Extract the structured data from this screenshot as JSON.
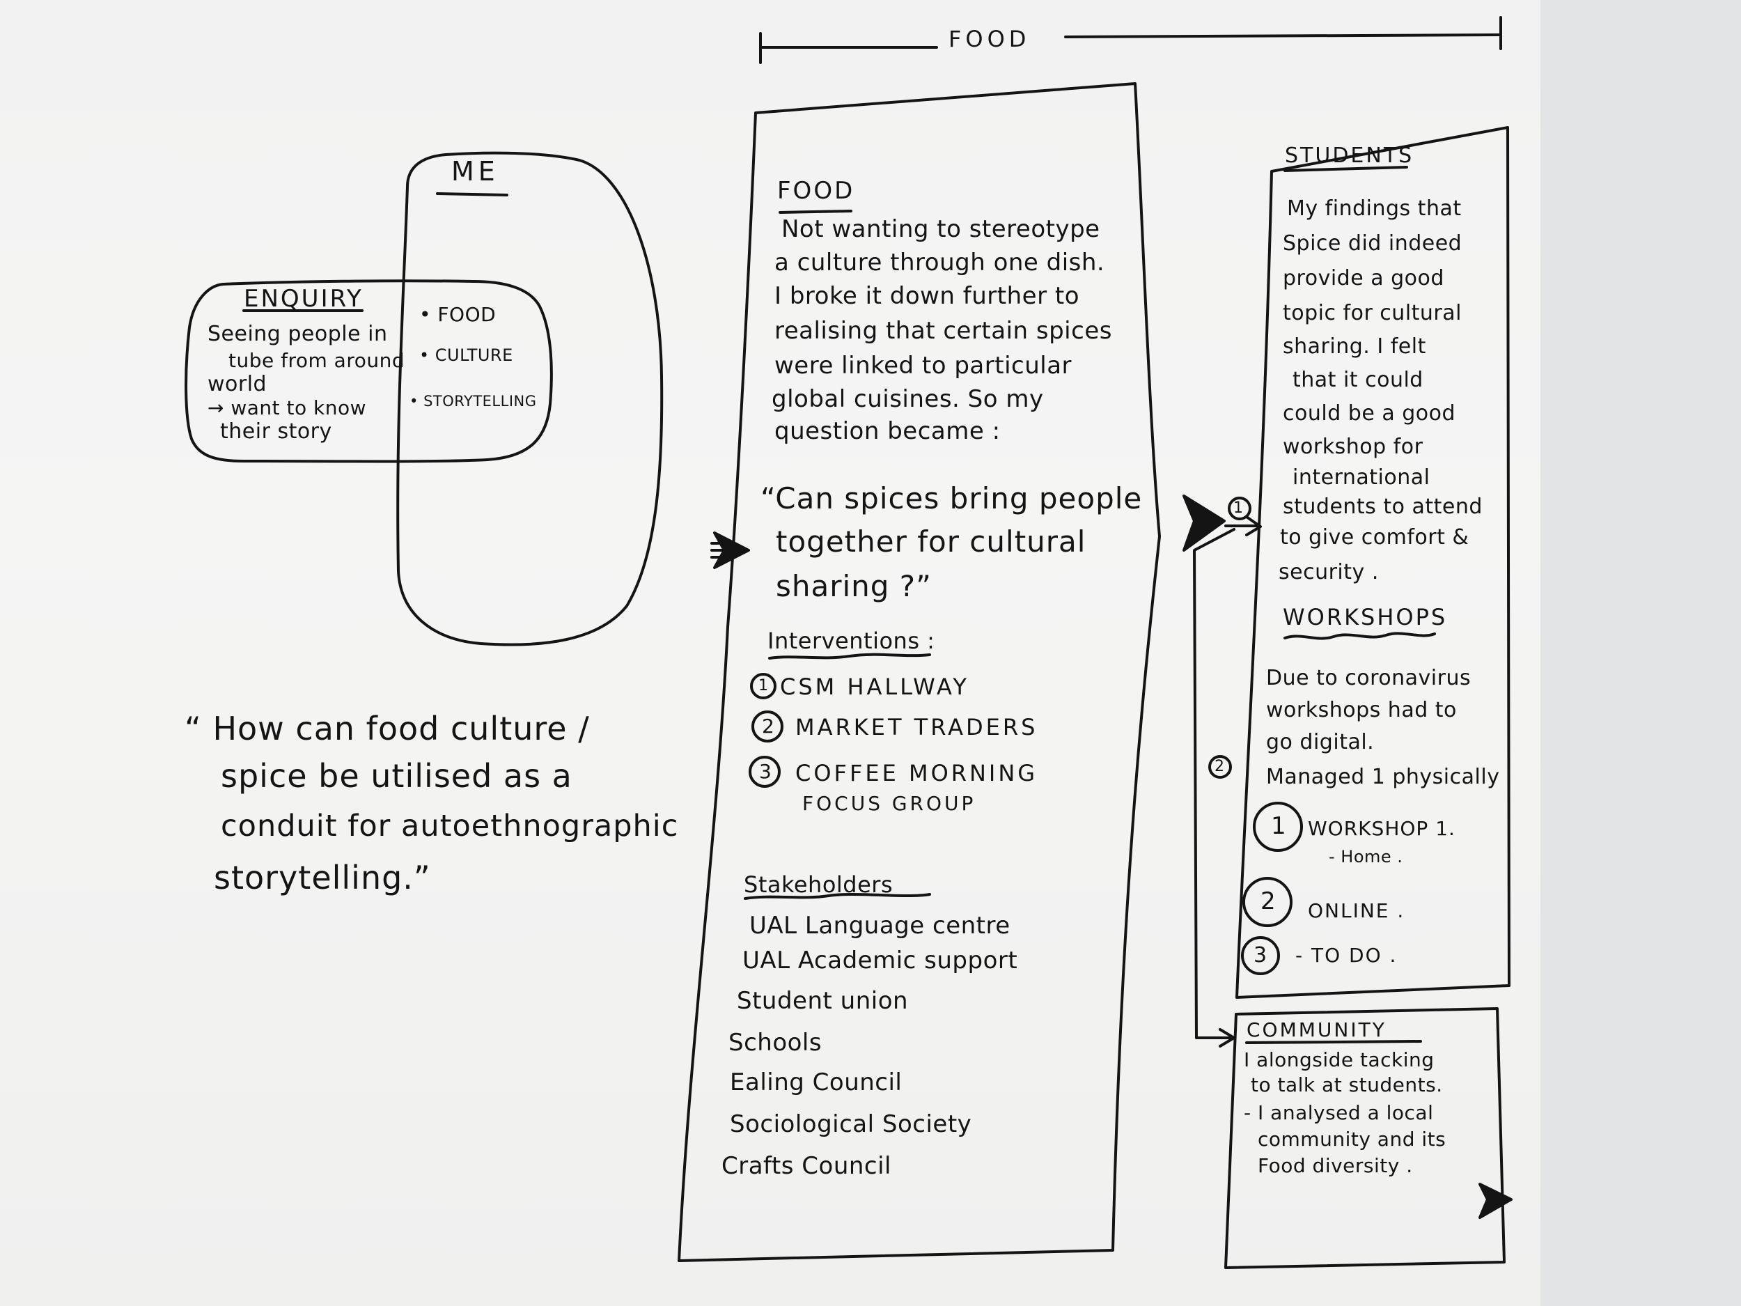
{
  "top_banner": "FOOD",
  "venn": {
    "me_label": "ME",
    "enquiry_title": "ENQUIRY",
    "enquiry_lines": [
      "Seeing people in",
      "tube from around",
      "world",
      "→ want to know",
      "their story"
    ],
    "overlap_items": [
      "FOOD",
      "CULTURE",
      "STORYTELLING"
    ]
  },
  "main_question": [
    "“ How can food culture /",
    "spice be utilised as a",
    "conduit for autoethnographic",
    "storytelling.”"
  ],
  "food_column": {
    "title": "FOOD",
    "intro_lines": [
      "Not wanting to stereotype",
      "a culture through one dish.",
      "I broke it down further to",
      "realising that certain spices",
      "were linked to particular",
      "global cuisines.  So my",
      "question became :"
    ],
    "question_lines": [
      "“Can spices bring people",
      "together for cultural",
      "sharing ?”"
    ],
    "interventions_title": "Interventions :",
    "interventions": [
      {
        "num": "1",
        "text": "CSM HALLWAY"
      },
      {
        "num": "2",
        "text": "MARKET TRADERS"
      },
      {
        "num": "3",
        "text": "COFFEE MORNING"
      }
    ],
    "interventions_cont": "FOCUS GROUP",
    "stakeholders_title": "Stakeholders",
    "stakeholders": [
      "UAL Language centre",
      "UAL Academic support",
      "Student union",
      "Schools",
      "Ealing Council",
      "Sociological Society",
      "Crafts Council"
    ]
  },
  "students_column": {
    "title": "STUDENTS",
    "lines": [
      "My findings that",
      "Spice did indeed",
      "provide a good",
      "topic for cultural",
      "sharing. I felt",
      "that it could",
      "could be a good",
      "workshop for",
      "international",
      "students to attend",
      "to give comfort &",
      "security ."
    ],
    "workshops_title": "WORKSHOPS",
    "workshop_lines": [
      "Due to coronavirus",
      "workshops had to",
      "go digital.",
      "Managed 1 physically"
    ],
    "workshops": [
      {
        "num": "1",
        "text": "WORKSHOP 1.",
        "sub": "- Home ."
      },
      {
        "num": "2",
        "text": "ONLINE .",
        "sub": ""
      },
      {
        "num": "3",
        "text": "- TO DO .",
        "sub": ""
      }
    ]
  },
  "connector_labels": [
    "1",
    "2"
  ],
  "community_box": {
    "title": "COMMUNITY",
    "lines": [
      "I alongside tacking",
      "to talk at students.",
      "- I analysed a local",
      "community and its",
      "Food diversity ."
    ]
  }
}
